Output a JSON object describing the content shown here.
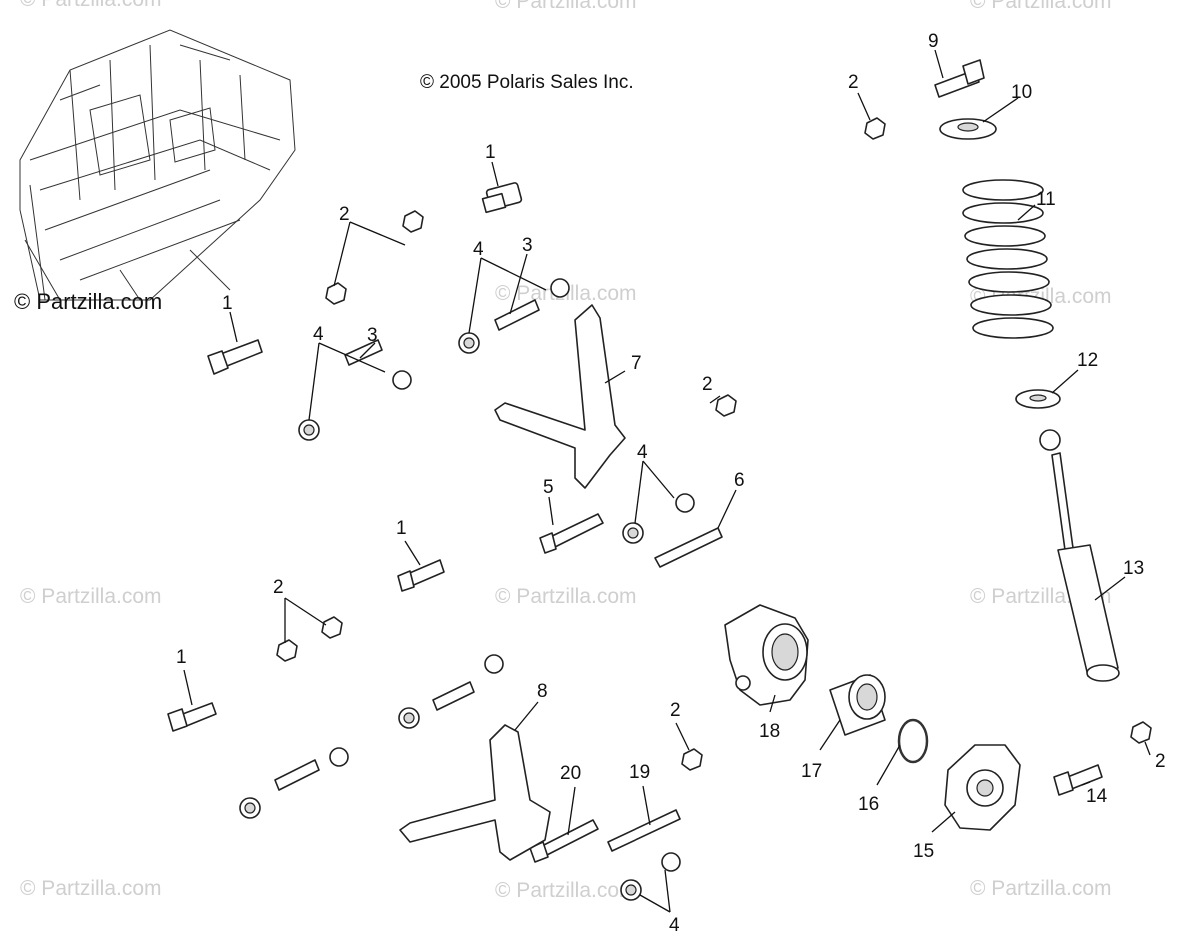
{
  "copyright": "© 2005 Polaris Sales Inc.",
  "watermark_main": "© Partzilla.com",
  "watermark_faint": "© Partzilla.com",
  "callouts": {
    "c1a": "1",
    "c1b": "1",
    "c1c": "1",
    "c1d": "1",
    "c2a": "2",
    "c2b": "2",
    "c2c": "2",
    "c2d": "2",
    "c2e": "2",
    "c2f": "2",
    "c3a": "3",
    "c3b": "3",
    "c4a": "4",
    "c4b": "4",
    "c4c": "4",
    "c4d": "4",
    "c5": "5",
    "c6": "6",
    "c7": "7",
    "c8": "8",
    "c9": "9",
    "c10": "10",
    "c11": "11",
    "c12": "12",
    "c13": "13",
    "c14": "14",
    "c15": "15",
    "c16": "16",
    "c17": "17",
    "c18": "18",
    "c19": "19",
    "c20": "20"
  }
}
